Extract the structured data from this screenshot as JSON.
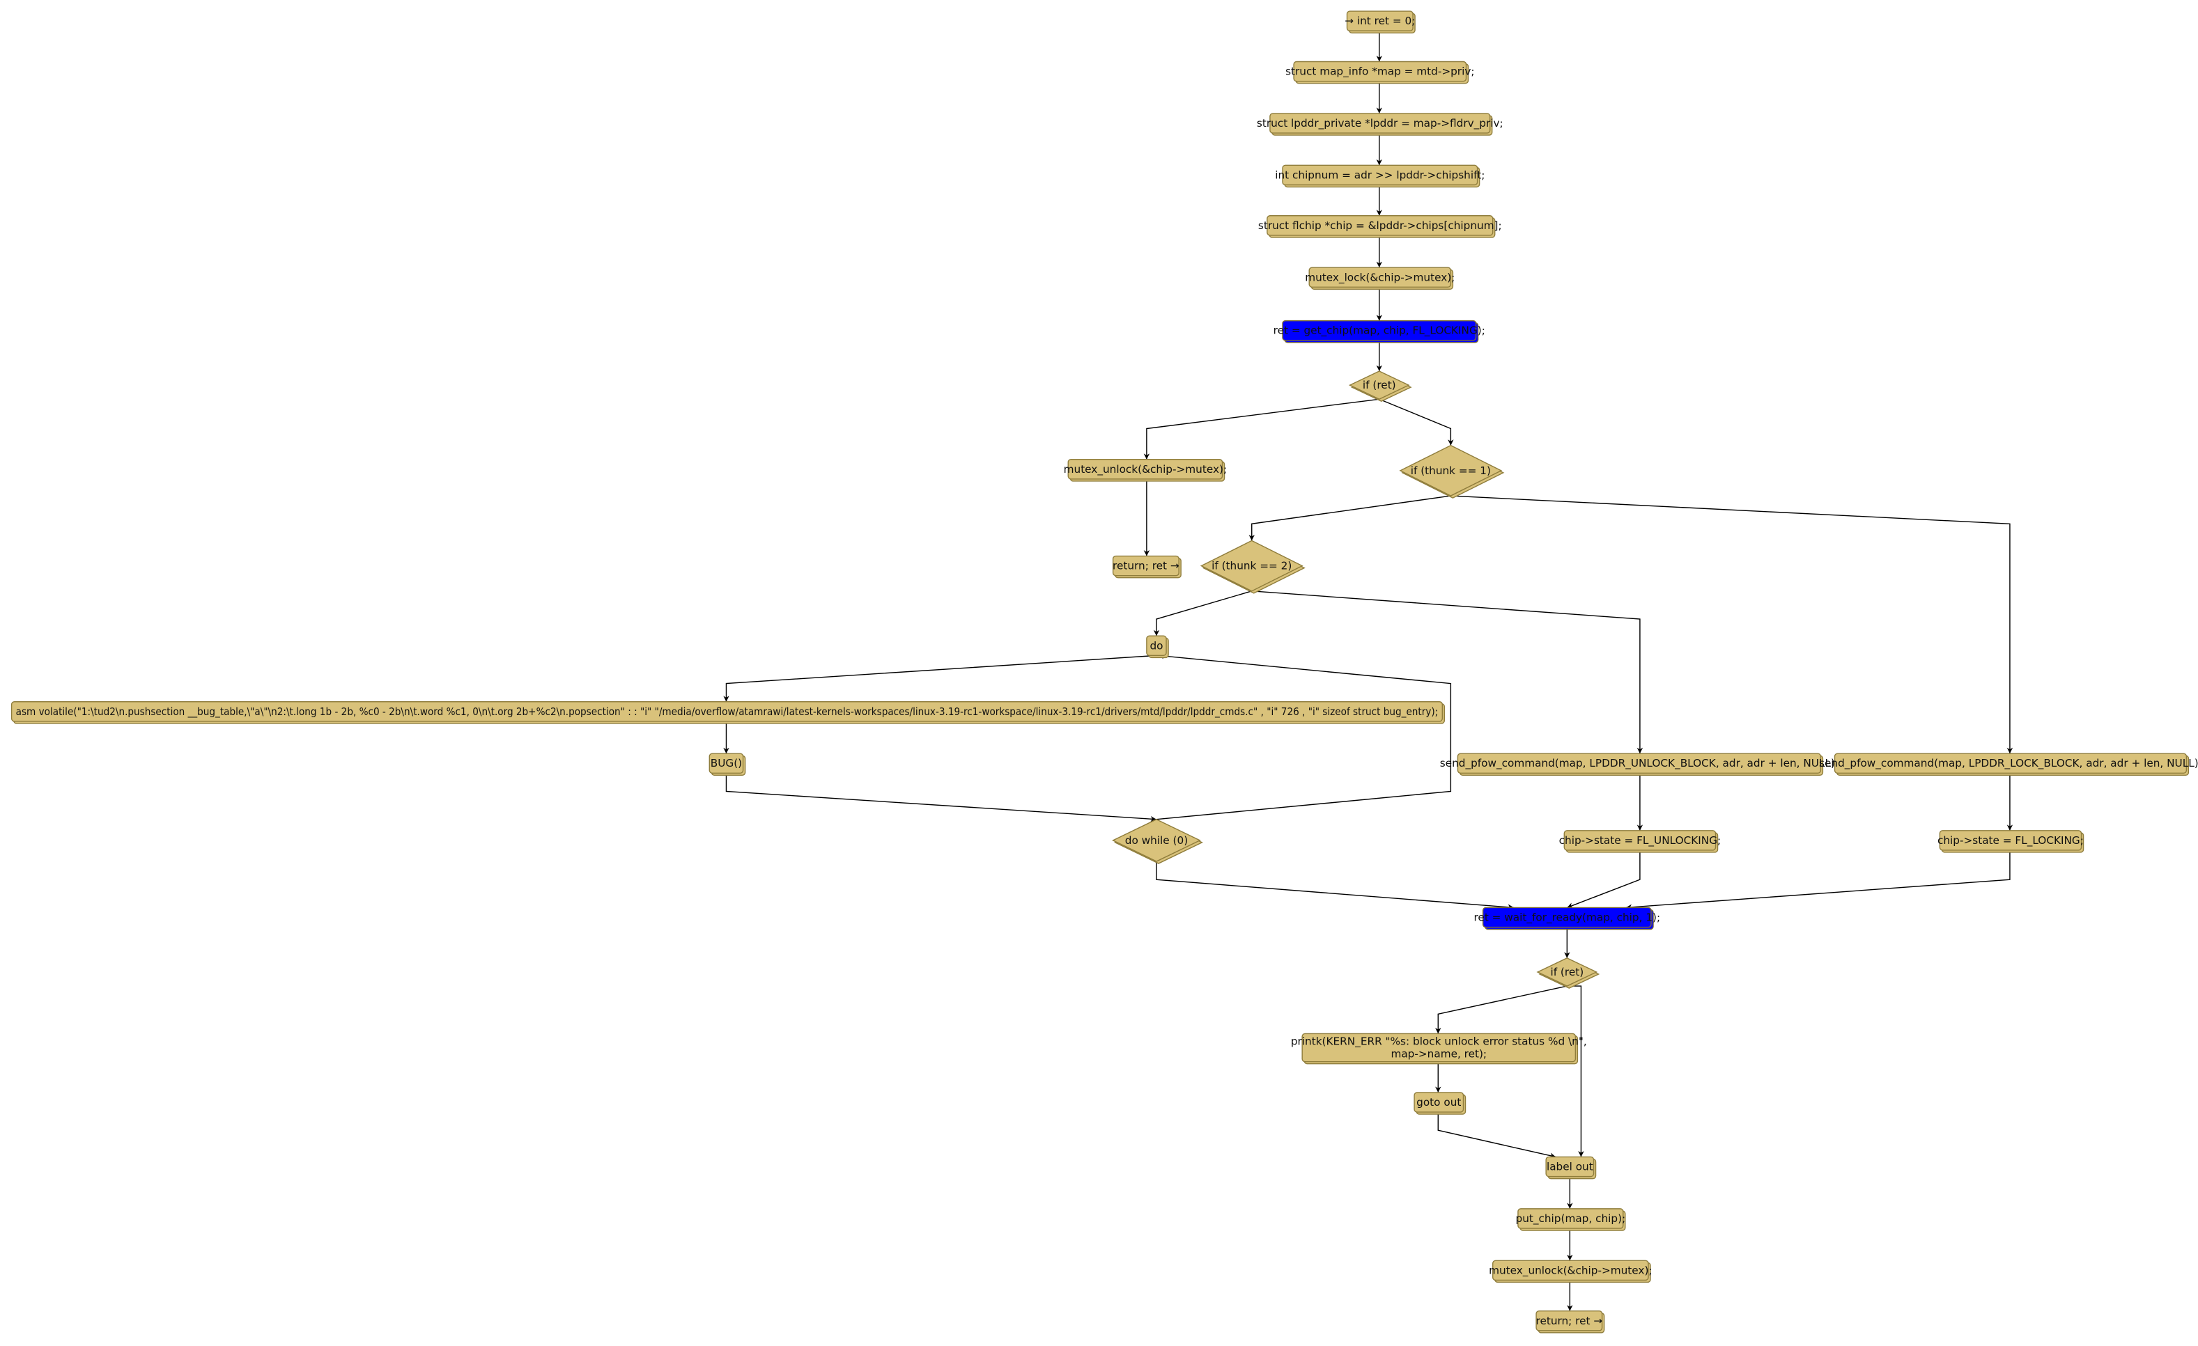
{
  "nodes": {
    "n1": "→ int ret = 0;",
    "n2": "struct map_info *map = mtd->priv;",
    "n3": "struct lpddr_private *lpddr = map->fldrv_priv;",
    "n4": "int chipnum = adr >> lpddr->chipshift;",
    "n5": "struct flchip *chip = &lpddr->chips[chipnum];",
    "n6": "mutex_lock(&chip->mutex);",
    "n7": "ret = get_chip(map, chip, FL_LOCKING);",
    "n8": "if (ret)",
    "n9": "mutex_unlock(&chip->mutex);",
    "n10": "if (thunk == 1)",
    "n11": "return; ret →",
    "n12": "if (thunk == 2)",
    "n13": "do",
    "n14": "asm volatile(\"1:\\tud2\\n.pushsection __bug_table,\\\"a\\\"\\n2:\\t.long 1b - 2b, %c0 - 2b\\n\\t.word %c1, 0\\n\\t.org 2b+%c2\\n.popsection\" : : \"i\" \"/media/overflow/atamrawi/latest-kernels-workspaces/linux-3.19-rc1-workspace/linux-3.19-rc1/drivers/mtd/lpddr/lpddr_cmds.c\" , \"i\" 726 , \"i\" sizeof struct bug_entry);",
    "n15": "BUG()",
    "n16": "send_pfow_command(map, LPDDR_UNLOCK_BLOCK, adr, adr + len, NULL);",
    "n17": "send_pfow_command(map, LPDDR_LOCK_BLOCK, adr, adr + len, NULL);",
    "n18": "do while (0)",
    "n19": "chip->state = FL_UNLOCKING;",
    "n20": "chip->state = FL_LOCKING;",
    "n21": "ret = wait_for_ready(map, chip, 1);",
    "n22": "if (ret)",
    "n23a": "printk(KERN_ERR \"%s: block unlock error status %d \\n\",",
    "n23b": "map->name, ret);",
    "n24": "goto out",
    "n25": "label out",
    "n26": "put_chip(map, chip);",
    "n27": "mutex_unlock(&chip->mutex);",
    "n28": "return; ret →"
  },
  "colors": {
    "node": "#d9c27b",
    "highlight": "#0000ff"
  }
}
